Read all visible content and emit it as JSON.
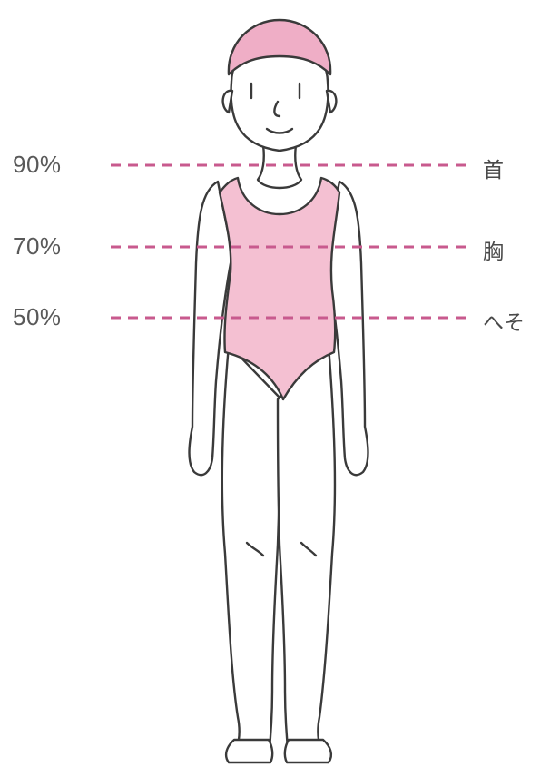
{
  "levels": [
    {
      "percent": "90%",
      "part": "首"
    },
    {
      "percent": "70%",
      "part": "胸"
    },
    {
      "percent": "50%",
      "part": "へそ"
    }
  ],
  "colors": {
    "guide_line": "#c85a8e",
    "swimsuit": "#f4c0d2",
    "swim_cap": "#efaec6",
    "outline": "#3a3a3a",
    "label_text": "#595959"
  }
}
